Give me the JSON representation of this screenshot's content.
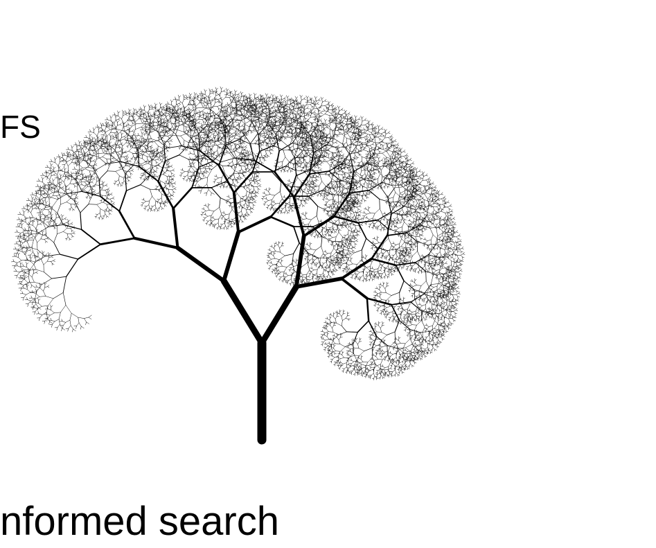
{
  "labels": {
    "top_fragment": "FS",
    "bottom_fragment": "nformed search"
  },
  "colors": {
    "ink": "#000000",
    "background": "#ffffff"
  },
  "illustration": {
    "subject": "fractal-tree",
    "branching": "binary"
  }
}
